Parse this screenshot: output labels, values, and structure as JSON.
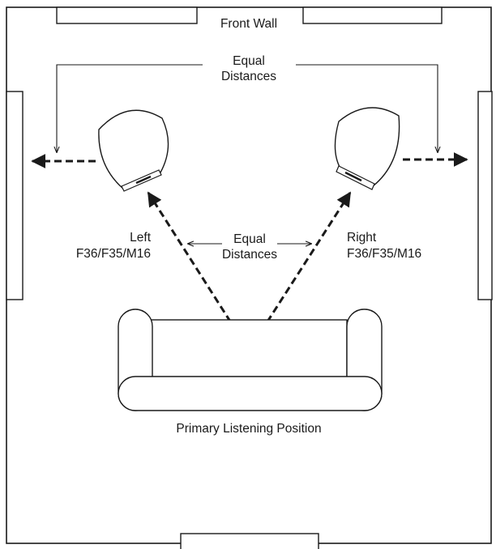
{
  "labels": {
    "front_wall": "Front Wall",
    "equal_distances_top_line1": "Equal",
    "equal_distances_top_line2": "Distances",
    "equal_distances_mid_line1": "Equal",
    "equal_distances_mid_line2": "Distances",
    "left_speaker_line1": "Left",
    "left_speaker_line2": "F36/F35/M16",
    "right_speaker_line1": "Right",
    "right_speaker_line2": "F36/F35/M16",
    "listening_position": "Primary Listening Position"
  },
  "colors": {
    "line": "#1a1a1a",
    "background": "#ffffff"
  }
}
